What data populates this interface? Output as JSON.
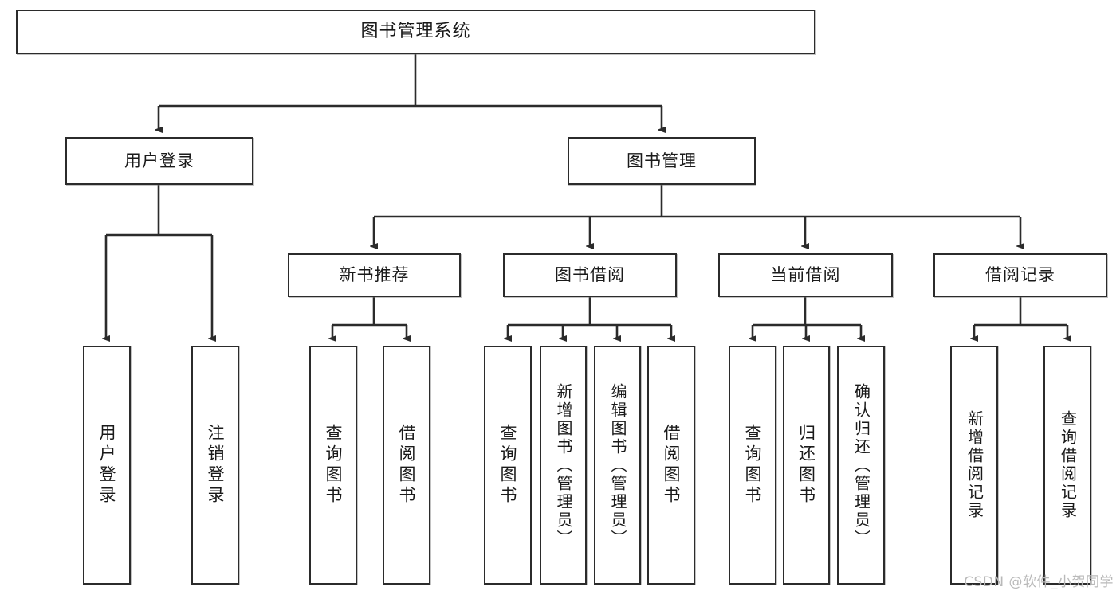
{
  "diagram": {
    "title": "图书管理系统",
    "type": "tree",
    "watermark": "CSDN @软件_小贺同学",
    "colors": {
      "box_border": "#2b2b2b",
      "box_fill": "#ffffff",
      "connector": "#2b2b2b",
      "text": "#1a1a1a",
      "watermark": "#b9b9b9",
      "page_background": "#ffffff"
    },
    "levels": {
      "root": {
        "label": "图书管理系统"
      },
      "level1": [
        {
          "label": "用户登录"
        },
        {
          "label": "图书管理"
        }
      ],
      "level2": [
        {
          "label": "新书推荐"
        },
        {
          "label": "图书借阅"
        },
        {
          "label": "当前借阅"
        },
        {
          "label": "借阅记录"
        }
      ],
      "leaves": {
        "user_login": [
          {
            "label": "用户登录"
          },
          {
            "label": "注销登录"
          }
        ],
        "new_book_recommend": [
          {
            "label": "查询图书"
          },
          {
            "label": "借阅图书"
          }
        ],
        "book_borrow": [
          {
            "label": "查询图书"
          },
          {
            "label": "新增图书（管理员）"
          },
          {
            "label": "编辑图书（管理员）"
          },
          {
            "label": "借阅图书"
          }
        ],
        "current_borrow": [
          {
            "label": "查询图书"
          },
          {
            "label": "归还图书"
          },
          {
            "label": "确认归还（管理员）"
          }
        ],
        "borrow_record": [
          {
            "label": "新增借阅记录"
          },
          {
            "label": "查询借阅记录"
          }
        ]
      }
    }
  }
}
